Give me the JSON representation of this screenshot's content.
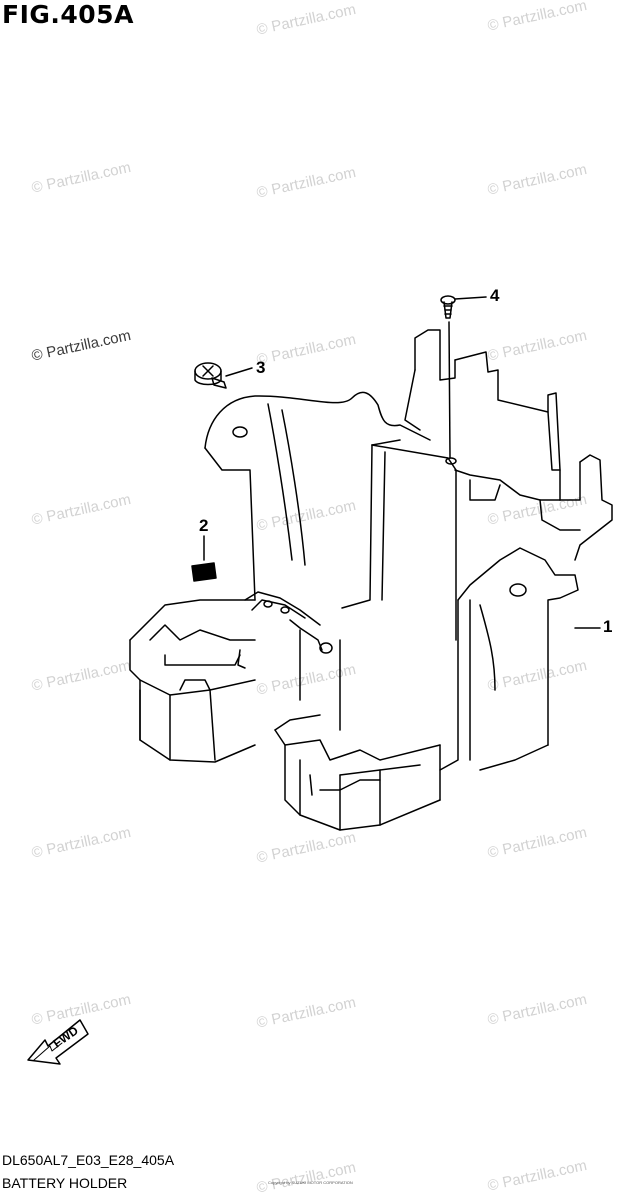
{
  "figure": {
    "title": "FIG.405A",
    "model_code": "DL650AL7_E03_E28_405A",
    "caption": "BATTERY HOLDER"
  },
  "watermark": {
    "text": "© Partzilla.com"
  },
  "callouts": [
    {
      "id": "1",
      "label": "1"
    },
    {
      "id": "2",
      "label": "2"
    },
    {
      "id": "3",
      "label": "3"
    },
    {
      "id": "4",
      "label": "4"
    }
  ],
  "direction_arrow": {
    "label": "FWD"
  },
  "footer_note": "Copyright by SUZUKI MOTOR CORPORATION"
}
